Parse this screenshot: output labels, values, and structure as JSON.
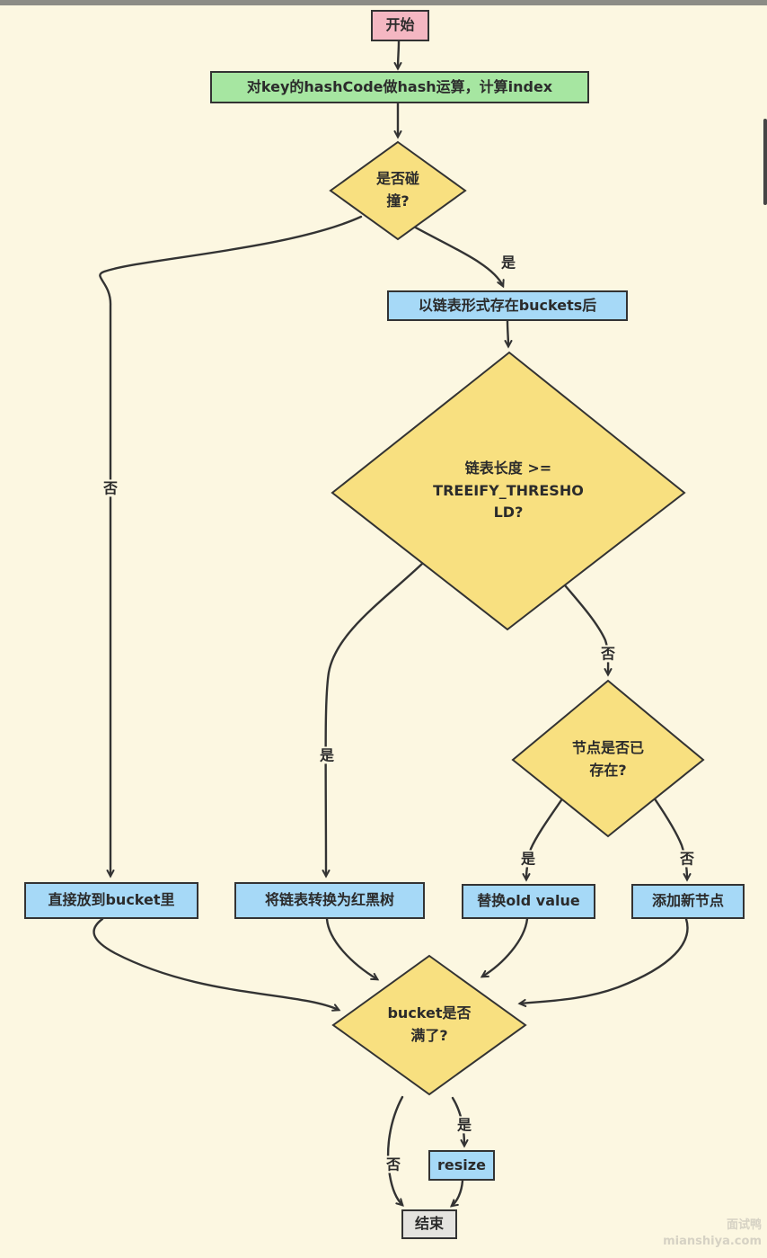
{
  "canvas": {
    "background": "#FCF7E1",
    "top_bar_color": "#8C8C86",
    "line_color": "#333333"
  },
  "palette": {
    "pink": "#F4B7C2",
    "green": "#A6E6A1",
    "blue": "#A6D9F7",
    "yellow": "#F8E080",
    "gray": "#E4E3DF"
  },
  "nodes": {
    "start": {
      "label": "开始",
      "fill": "#F4B7C2"
    },
    "hash_process": {
      "label": "对key的hashCode做hash运算，计算index",
      "fill": "#A6E6A1"
    },
    "collision_decision": {
      "label": "是否碰\n撞?",
      "fill": "#F8E080"
    },
    "linked_list_process": {
      "label": "以链表形式存在buckets后",
      "fill": "#A6D9F7"
    },
    "treeify_decision": {
      "label": "链表长度 >=\nTREEIFY_THRESHO\nLD?",
      "fill": "#F8E080"
    },
    "node_exists_decision": {
      "label": "节点是否已\n存在?",
      "fill": "#F8E080"
    },
    "put_bucket_process": {
      "label": "直接放到bucket里",
      "fill": "#A6D9F7"
    },
    "treeify_process": {
      "label": "将链表转换为红黑树",
      "fill": "#A6D9F7"
    },
    "replace_process": {
      "label": "替换old value",
      "fill": "#A6D9F7"
    },
    "add_node_process": {
      "label": "添加新节点",
      "fill": "#A6D9F7"
    },
    "bucket_full_decision": {
      "label": "bucket是否\n满了?",
      "fill": "#F8E080"
    },
    "resize_process": {
      "label": "resize",
      "fill": "#A6D9F7"
    },
    "end": {
      "label": "结束",
      "fill": "#E4E3DF"
    }
  },
  "edge_labels": {
    "collision_yes": "是",
    "collision_no": "否",
    "treeify_yes": "是",
    "treeify_no": "否",
    "exists_yes": "是",
    "exists_no": "否",
    "full_yes": "是",
    "full_no": "否"
  },
  "watermark": {
    "line1": "面试鸭",
    "line2": "mianshiya.com"
  }
}
